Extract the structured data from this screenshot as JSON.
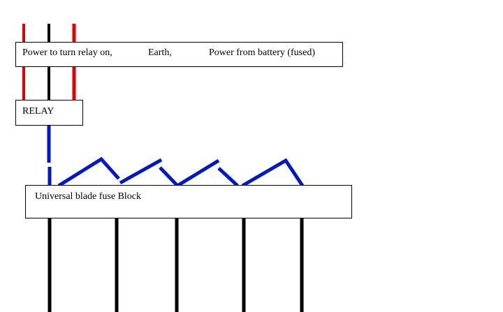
{
  "colors": {
    "positive_wire": "#e00000",
    "earth_wire": "#000000",
    "link_wire": "#0018c8",
    "output_wire": "#000000"
  },
  "labels": {
    "relay_on": "Power to turn relay on,",
    "earth": "Earth,",
    "battery": "Power from battery (fused)",
    "relay": "RELAY",
    "fuse_block": "Universal blade fuse Block"
  }
}
